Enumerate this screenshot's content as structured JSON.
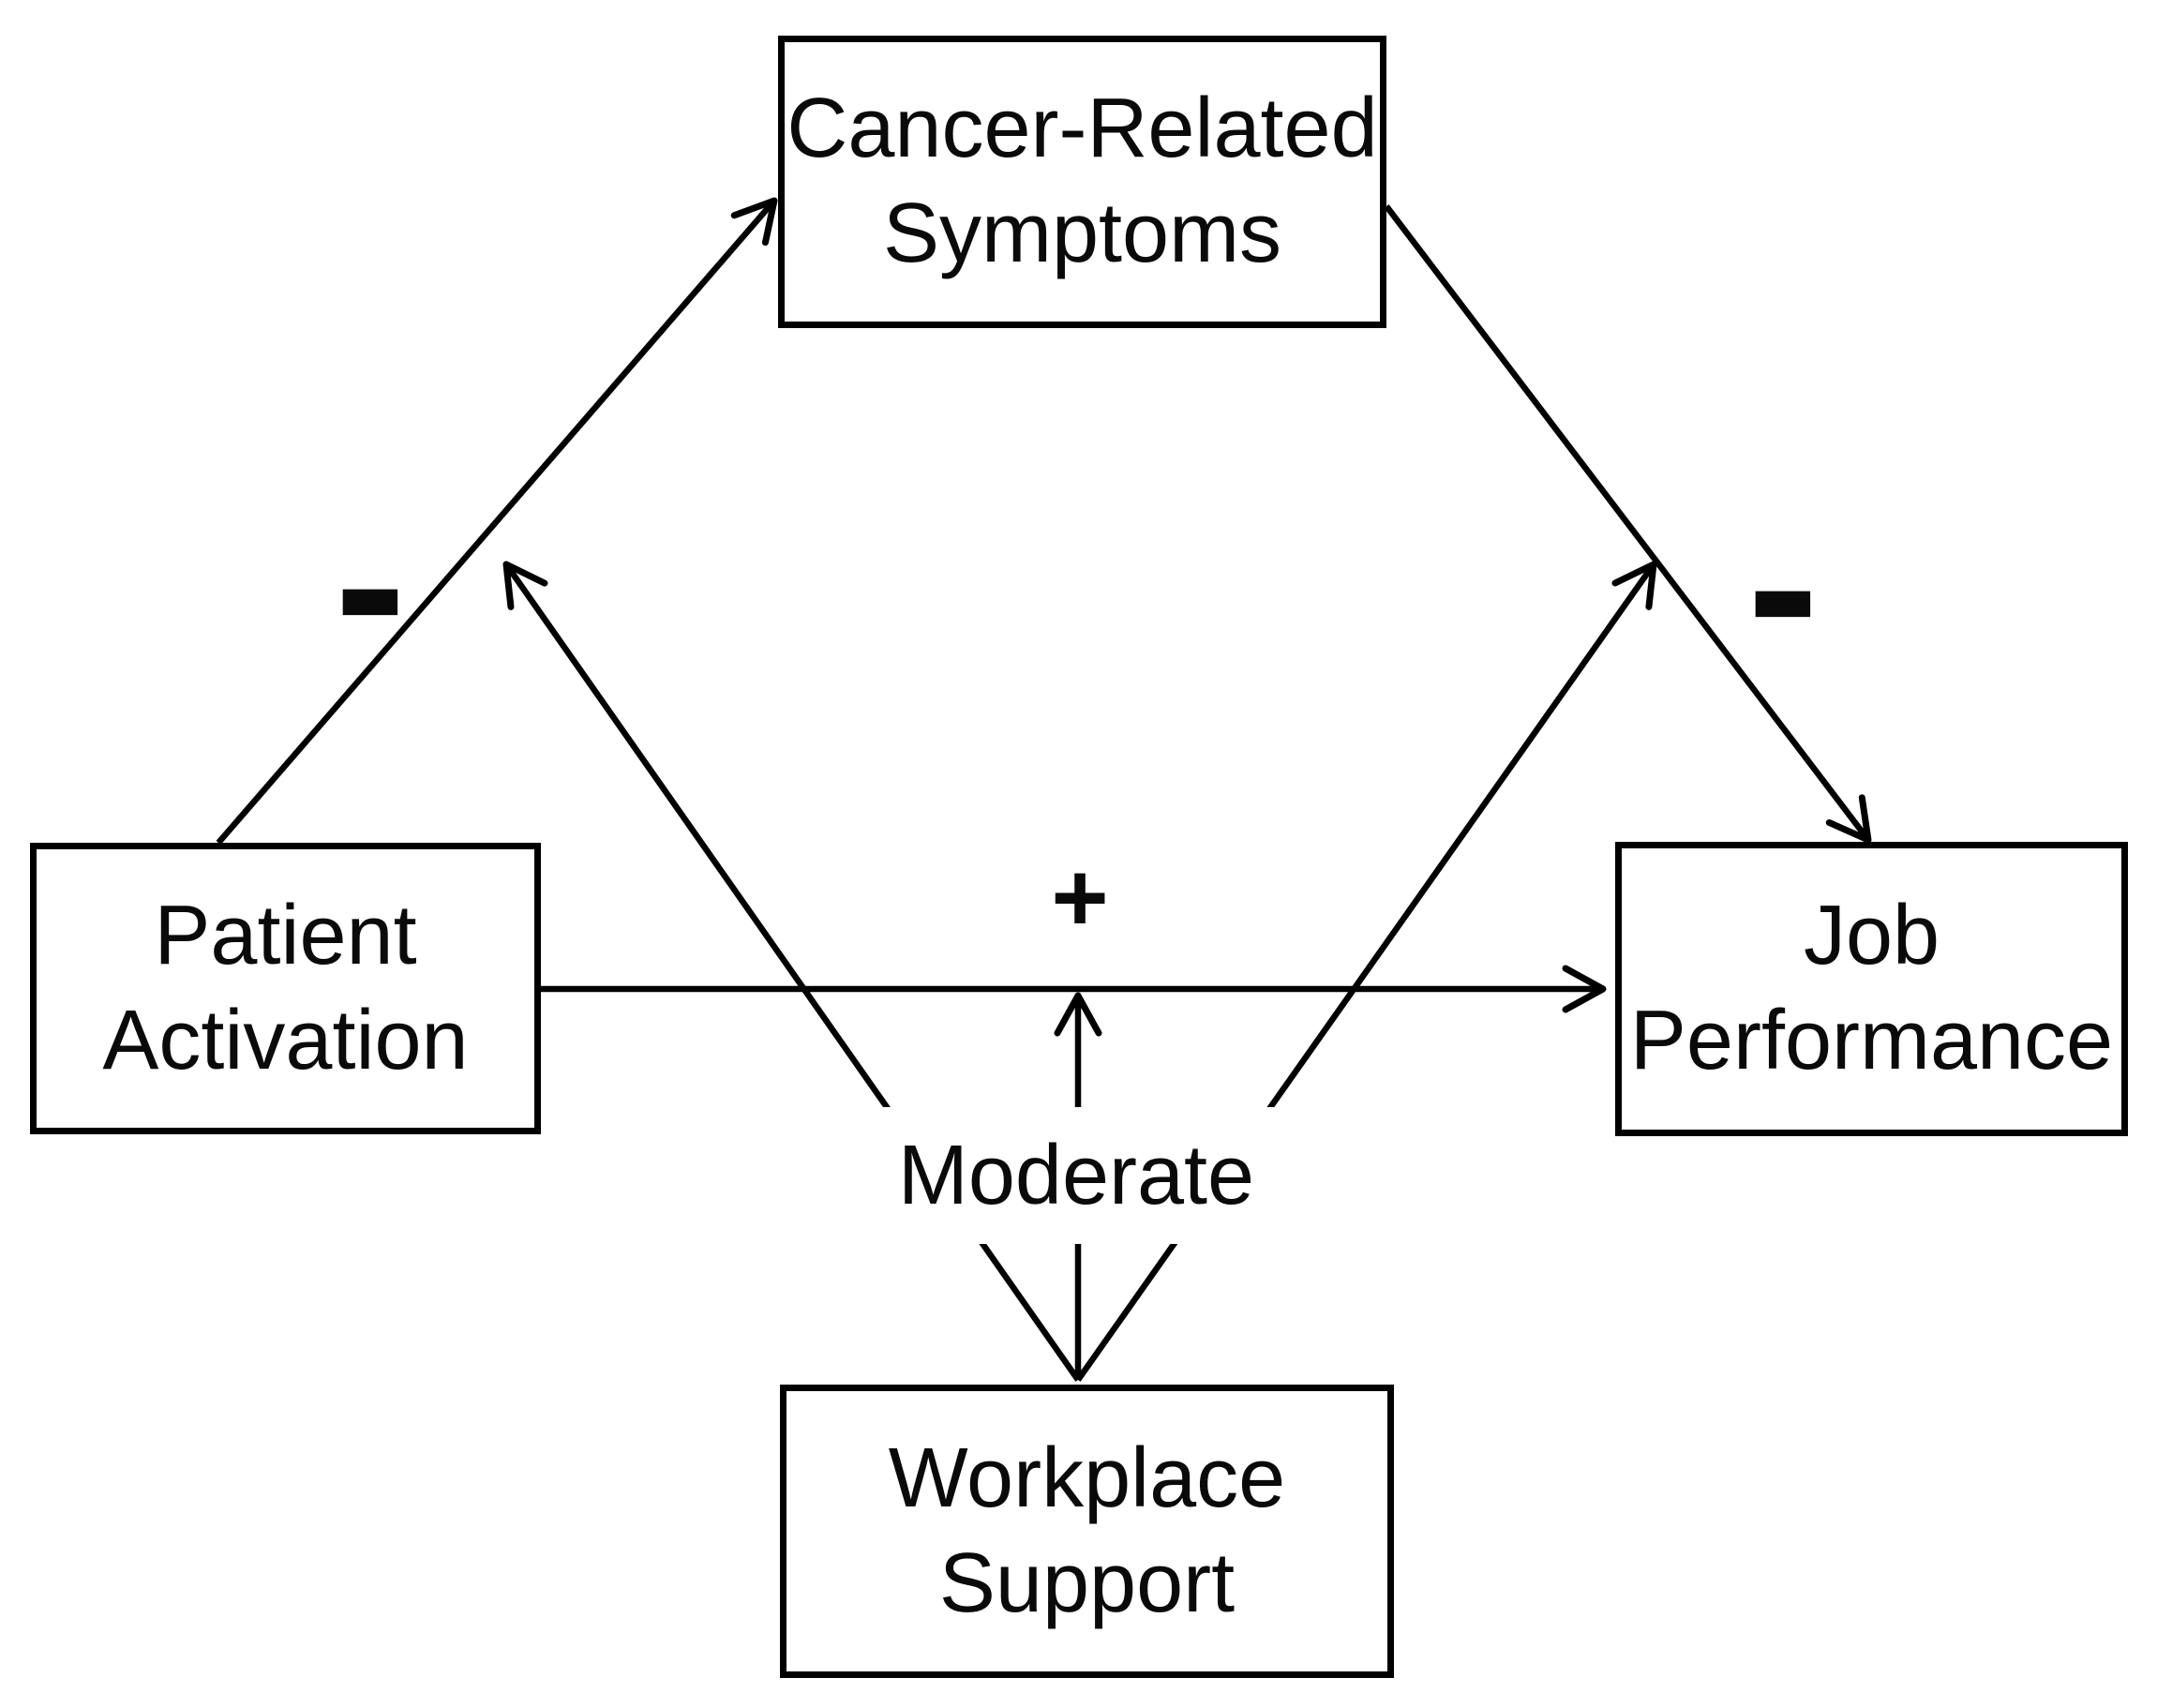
{
  "diagram": {
    "type": "moderation-path-model",
    "background_color": "#ffffff",
    "stroke_color": "#000000",
    "nodes": {
      "cancer": {
        "label": "Cancer-Related\nSymptoms"
      },
      "patient": {
        "label": "Patient\nActivation"
      },
      "job": {
        "label": "Job\nPerformance"
      },
      "workplace": {
        "label": "Workplace\nSupport"
      }
    },
    "edge_labels": {
      "pa_to_crs_sign": "-",
      "crs_to_jp_sign": "-",
      "pa_to_jp_sign": "+",
      "moderation_label": "Moderate"
    },
    "edges": [
      {
        "from": "Patient Activation",
        "to": "Cancer-Related Symptoms",
        "sign": "-"
      },
      {
        "from": "Cancer-Related Symptoms",
        "to": "Job Performance",
        "sign": "-"
      },
      {
        "from": "Patient Activation",
        "to": "Job Performance",
        "sign": "+"
      },
      {
        "from": "Workplace Support",
        "to": "Patient Activation → Cancer-Related Symptoms path",
        "type": "moderates"
      },
      {
        "from": "Workplace Support",
        "to": "Patient Activation → Job Performance path",
        "type": "moderates"
      },
      {
        "from": "Workplace Support",
        "to": "Cancer-Related Symptoms → Job Performance path",
        "type": "moderates"
      }
    ]
  }
}
